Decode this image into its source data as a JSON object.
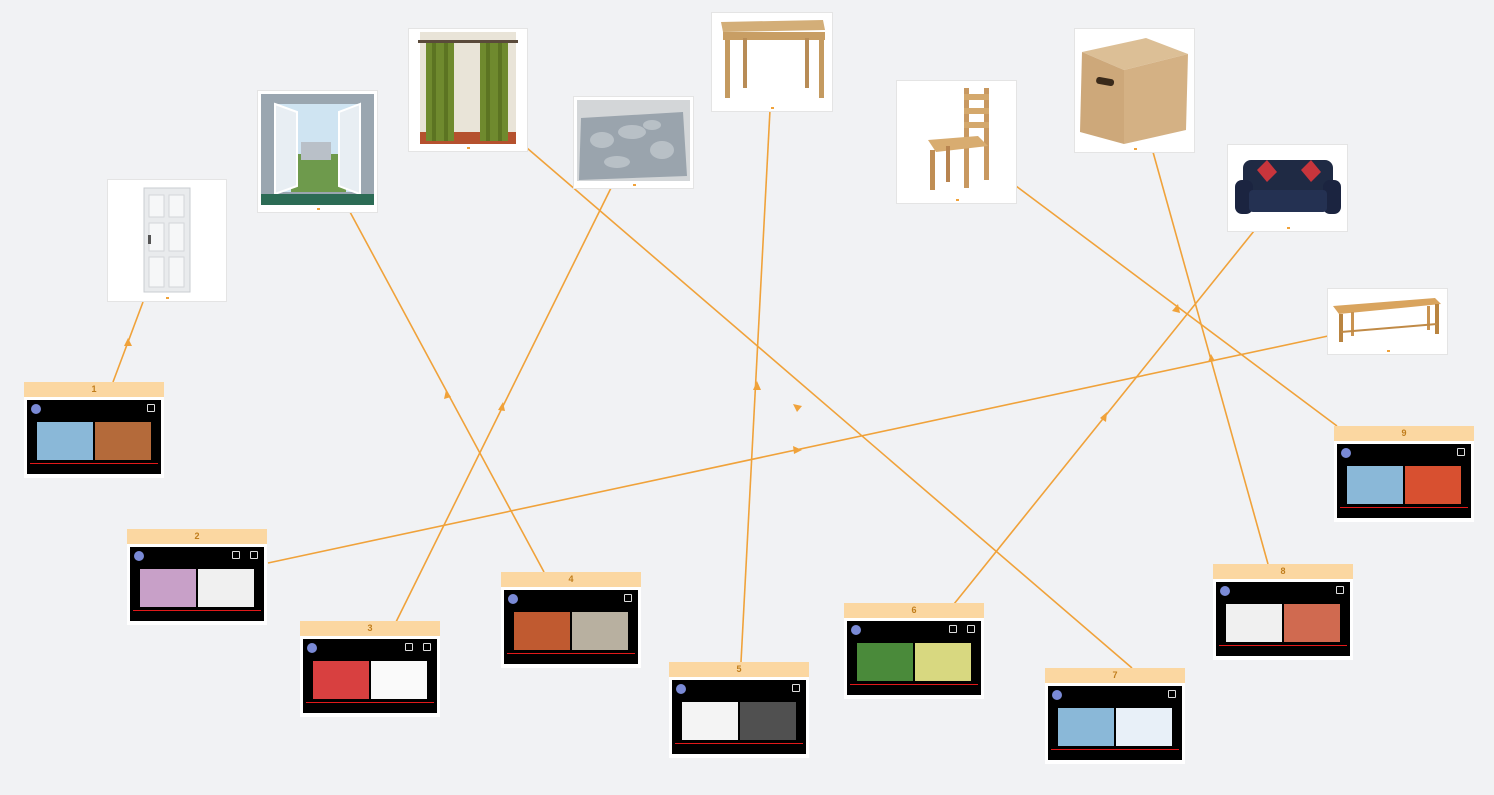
{
  "colors": {
    "connector": "#f0a23a",
    "frame_label_bg": "#fbd7a1",
    "frame_label_text": "#c07d1c",
    "player_bg": "#000000",
    "progress": "#e1191a"
  },
  "images": [
    {
      "id": "door",
      "icon": "door-icon"
    },
    {
      "id": "window",
      "icon": "window-icon"
    },
    {
      "id": "curtains",
      "icon": "curtains-icon"
    },
    {
      "id": "rug",
      "icon": "rug-icon"
    },
    {
      "id": "table",
      "icon": "table-icon"
    },
    {
      "id": "chair",
      "icon": "chair-icon"
    },
    {
      "id": "box",
      "icon": "box-icon"
    },
    {
      "id": "sofa",
      "icon": "sofa-icon"
    },
    {
      "id": "bench",
      "icon": "bench-icon"
    }
  ],
  "frames": [
    {
      "label": "1",
      "thumb1": "#8ab8d8",
      "thumb2": "#b46a3a",
      "links_to": "door"
    },
    {
      "label": "2",
      "thumb1": "#c8a0c8",
      "thumb2": "#f0f0f0",
      "links_to": "bench"
    },
    {
      "label": "3",
      "thumb1": "#d84040",
      "thumb2": "#fafafa",
      "links_to": "rug"
    },
    {
      "label": "4",
      "thumb1": "#c05a30",
      "thumb2": "#b8b0a0",
      "links_to": "window"
    },
    {
      "label": "5",
      "thumb1": "#f4f4f4",
      "thumb2": "#505050",
      "links_to": "table"
    },
    {
      "label": "6",
      "thumb1": "#4a8a3a",
      "thumb2": "#d8d880",
      "links_to": "sofa"
    },
    {
      "label": "7",
      "thumb1": "#8ab8d8",
      "thumb2": "#e8f0f8",
      "links_to": "curtains"
    },
    {
      "label": "8",
      "thumb1": "#f0f0f0",
      "thumb2": "#d06a50",
      "links_to": "box"
    },
    {
      "label": "9",
      "thumb1": "#8ab8d8",
      "thumb2": "#d85030",
      "links_to": "chair"
    }
  ]
}
